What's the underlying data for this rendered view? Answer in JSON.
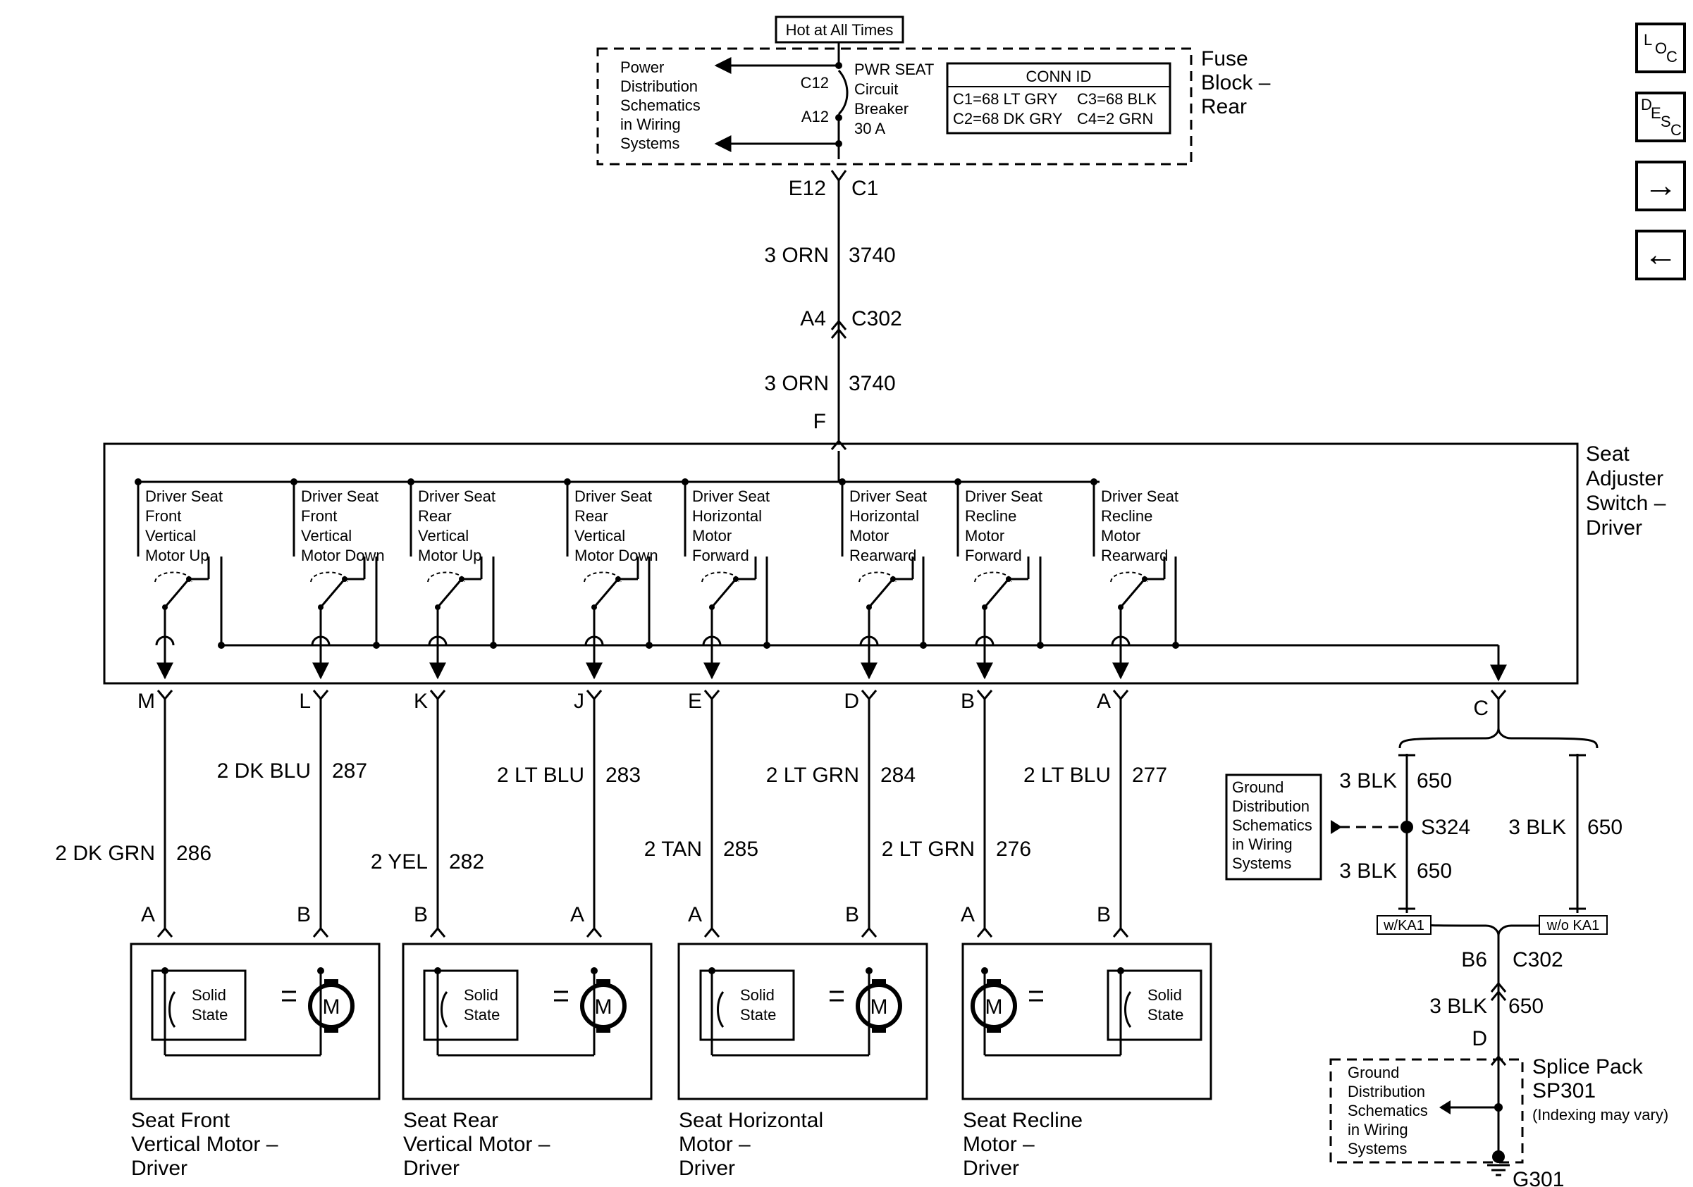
{
  "fuse_block": {
    "hot_label": "Hot at All Times",
    "title_lines": [
      "Fuse",
      "Block –",
      "Rear"
    ],
    "breaker_lines": [
      "PWR SEAT",
      "Circuit",
      "Breaker",
      "30 A"
    ],
    "pin_top": "C12",
    "pin_bottom": "A12",
    "ref_lines": [
      "Power",
      "Distribution",
      "Schematics",
      "in Wiring",
      "Systems"
    ],
    "conn_id": {
      "title": "CONN ID",
      "rows": [
        [
          "C1=68 LT GRY",
          "C3=68 BLK"
        ],
        [
          "C2=68 DK GRY",
          "C4=2 GRN"
        ]
      ]
    }
  },
  "main_wire": {
    "e12": "E12",
    "c1": "C1",
    "upper_wire": "3 ORN",
    "upper_circuit": "3740",
    "a4": "A4",
    "c302": "C302",
    "lower_wire": "3 ORN",
    "lower_circuit": "3740",
    "f": "F"
  },
  "switch": {
    "title_lines": [
      "Seat",
      "Adjuster",
      "Switch –",
      "Driver"
    ],
    "contacts": [
      {
        "label_lines": [
          "Driver Seat",
          "Front",
          "Vertical",
          "Motor Up"
        ]
      },
      {
        "label_lines": [
          "Driver Seat",
          "Front",
          "Vertical",
          "Motor Down"
        ]
      },
      {
        "label_lines": [
          "Driver Seat",
          "Rear",
          "Vertical",
          "Motor Up"
        ]
      },
      {
        "label_lines": [
          "Driver Seat",
          "Rear",
          "Vertical",
          "Motor Down"
        ]
      },
      {
        "label_lines": [
          "Driver Seat",
          "Horizontal",
          "Motor",
          "Forward"
        ]
      },
      {
        "label_lines": [
          "Driver Seat",
          "Horizontal",
          "Motor",
          "Rearward"
        ]
      },
      {
        "label_lines": [
          "Driver Seat",
          "Recline",
          "Motor",
          "Forward"
        ]
      },
      {
        "label_lines": [
          "Driver Seat",
          "Recline",
          "Motor",
          "Rearward"
        ]
      }
    ],
    "ground_pin": "C"
  },
  "output_wires": [
    {
      "pin": "M",
      "wire": "2 DK GRN",
      "circuit": "286",
      "motor_pin": "A"
    },
    {
      "pin": "L",
      "wire": "2 DK BLU",
      "circuit": "287",
      "motor_pin": "B"
    },
    {
      "pin": "K",
      "wire": "2 YEL",
      "circuit": "282",
      "motor_pin": "B"
    },
    {
      "pin": "J",
      "wire": "2 LT BLU",
      "circuit": "283",
      "motor_pin": "A"
    },
    {
      "pin": "E",
      "wire": "2 TAN",
      "circuit": "285",
      "motor_pin": "A"
    },
    {
      "pin": "D",
      "wire": "2 LT GRN",
      "circuit": "284",
      "motor_pin": "B"
    },
    {
      "pin": "B",
      "wire": "2 LT GRN",
      "circuit": "276",
      "motor_pin": "A"
    },
    {
      "pin": "A",
      "wire": "2 LT BLU",
      "circuit": "277",
      "motor_pin": "B"
    }
  ],
  "motors": [
    {
      "name_lines": [
        "Seat Front",
        "Vertical Motor –",
        "Driver"
      ],
      "solid_state": [
        "Solid",
        "State"
      ],
      "motor_symbol": "M"
    },
    {
      "name_lines": [
        "Seat Rear",
        "Vertical Motor –",
        "Driver"
      ],
      "solid_state": [
        "Solid",
        "State"
      ],
      "motor_symbol": "M"
    },
    {
      "name_lines": [
        "Seat Horizontal",
        "Motor –",
        "Driver"
      ],
      "solid_state": [
        "Solid",
        "State"
      ],
      "motor_symbol": "M"
    },
    {
      "name_lines": [
        "Seat Recline",
        "Motor –",
        "Driver"
      ],
      "solid_state": [
        "Solid",
        "State"
      ],
      "motor_symbol": "M"
    }
  ],
  "ground": {
    "ref_lines": [
      "Ground",
      "Distribution",
      "Schematics",
      "in Wiring",
      "Systems"
    ],
    "upper_wire": "3 BLK",
    "upper_circuit": "650",
    "splice": "S324",
    "lower_wire": "3 BLK",
    "lower_circuit": "650",
    "alt_wire": "3 BLK",
    "alt_circuit": "650",
    "with_ka1": "w/KA1",
    "without_ka1": "w/o KA1",
    "b6": "B6",
    "c302": "C302",
    "wire": "3 BLK",
    "circuit": "650",
    "d": "D",
    "splice_pack_lines": [
      "Splice Pack",
      "SP301",
      "(Indexing may vary)"
    ],
    "ref2_lines": [
      "Ground",
      "Distribution",
      "Schematics",
      "in Wiring",
      "Systems"
    ],
    "g301": "G301"
  },
  "nav": {
    "loc": [
      "L",
      "O",
      "C"
    ],
    "desc": [
      "D",
      "E",
      "S",
      "C"
    ],
    "next": "→",
    "prev": "←"
  }
}
